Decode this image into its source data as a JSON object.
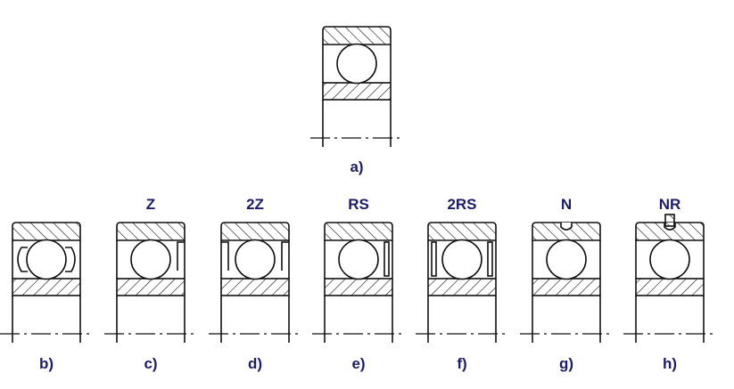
{
  "colors": {
    "line": "#111111",
    "label": "#1c1c6b"
  },
  "bearings": [
    {
      "id": "a",
      "caption": "a)",
      "code": "",
      "variant": "open"
    },
    {
      "id": "b",
      "caption": "b)",
      "code": "",
      "variant": "cage"
    },
    {
      "id": "c",
      "caption": "c)",
      "code": "Z",
      "variant": "shield-one"
    },
    {
      "id": "d",
      "caption": "d)",
      "code": "2Z",
      "variant": "shield-two"
    },
    {
      "id": "e",
      "caption": "e)",
      "code": "RS",
      "variant": "seal-one"
    },
    {
      "id": "f",
      "caption": "f)",
      "code": "2RS",
      "variant": "seal-two"
    },
    {
      "id": "g",
      "caption": "g)",
      "code": "N",
      "variant": "notch"
    },
    {
      "id": "h",
      "caption": "h)",
      "code": "NR",
      "variant": "notch-ring"
    }
  ]
}
